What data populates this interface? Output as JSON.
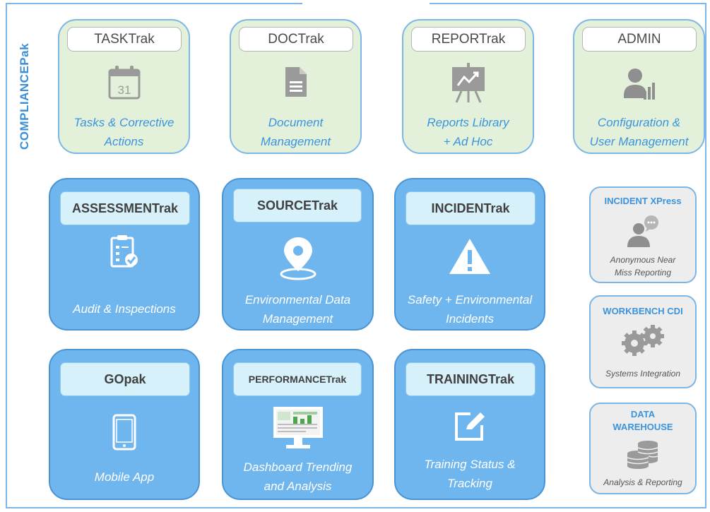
{
  "side_label": "COMPLIANCEPak",
  "green_modules": [
    {
      "title": "TASKTrak",
      "caption_line1": "Tasks & Corrective",
      "caption_line2": "Actions",
      "icon": "calendar-icon"
    },
    {
      "title": "DOCTrak",
      "caption_line1": "Document",
      "caption_line2": "Management",
      "icon": "document-icon"
    },
    {
      "title": "REPORTrak",
      "caption_line1": "Reports Library",
      "caption_line2": "+ Ad Hoc",
      "icon": "presentation-board-icon"
    },
    {
      "title": "ADMIN",
      "caption_line1": "Configuration &",
      "caption_line2": "User Management",
      "icon": "user-chart-icon"
    }
  ],
  "calendar_day": "31",
  "blue_modules": [
    {
      "title": "ASSESSMENTrak",
      "caption_line1": "Audit & Inspections",
      "caption_line2": "",
      "icon": "clipboard-check-icon"
    },
    {
      "title": "SOURCETrak",
      "caption_line1": "Environmental Data",
      "caption_line2": "Management",
      "icon": "map-pin-icon"
    },
    {
      "title": "INCIDENTrak",
      "caption_line1": "Safety + Environmental",
      "caption_line2": "Incidents",
      "icon": "warning-icon"
    },
    {
      "title": "GOpak",
      "caption_line1": "Mobile App",
      "caption_line2": "",
      "icon": "smartphone-icon"
    },
    {
      "title": "PERFORMANCETrak",
      "caption_line1": "Dashboard Trending",
      "caption_line2": "and Analysis",
      "icon": "monitor-dashboard-icon"
    },
    {
      "title": "TRAININGTrak",
      "caption_line1": "Training Status &",
      "caption_line2": "Tracking",
      "icon": "edit-icon"
    }
  ],
  "gray_modules": [
    {
      "title_line1": "INCIDENT XPress",
      "title_line2": "",
      "caption_line1": "Anonymous Near",
      "caption_line2": "Miss Reporting",
      "icon": "user-chat-icon"
    },
    {
      "title_line1": "WORKBENCH CDI",
      "title_line2": "",
      "caption_line1": "Systems Integration",
      "caption_line2": "",
      "icon": "gears-icon"
    },
    {
      "title_line1": "DATA",
      "title_line2": "WAREHOUSE",
      "caption_line1": "Analysis & Reporting",
      "caption_line2": "",
      "icon": "database-icon"
    }
  ],
  "colors": {
    "frame": "#7fb6e8",
    "green_fill": "#e4f1da",
    "blue_fill": "#70b6ee",
    "gray_fill": "#ededed",
    "accent_text": "#3a94dd"
  }
}
